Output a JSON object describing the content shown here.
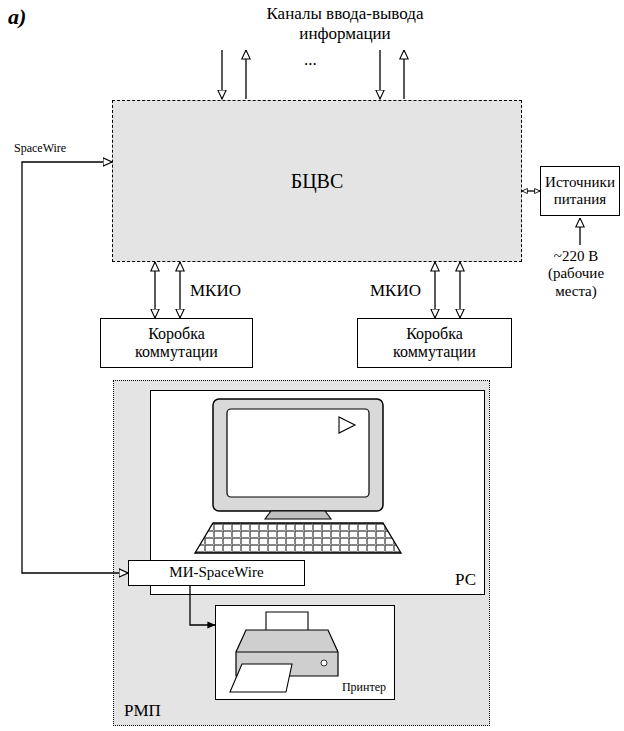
{
  "diagram": {
    "nodes": [
      {
        "text": [
          "БЦВС"
        ]
      },
      {
        "text": [
          "Источники питания"
        ]
      },
      {
        "text": [
          "Коробка коммутации"
        ]
      },
      {
        "text": [
          "Коробка коммутации"
        ]
      },
      {
        "text": [
          "РМП"
        ]
      },
      {
        "text": [
          "РС"
        ],
        "in": 4
      },
      {
        "text": [
          "МИ-SpaceWire"
        ],
        "in": 5
      },
      {
        "text": [
          "Принтер"
        ],
        "in": 4
      }
    ],
    "edges": [
      {
        "from": 0,
        "to": 6,
        "arrow": "both",
        "label": "SpaceWire"
      },
      {
        "from": 0,
        "to": 1,
        "arrow": "both"
      },
      {
        "from": 0,
        "to": 2,
        "arrow": "both"
      },
      {
        "from": 0,
        "to": 2,
        "arrow": "both",
        "label": "МКИО"
      },
      {
        "from": 0,
        "to": 3,
        "arrow": "both",
        "label": "МКИО"
      },
      {
        "from": 0,
        "to": 3,
        "arrow": "both"
      },
      {
        "from": 6,
        "to": 7,
        "arrow": "to"
      }
    ],
    "labels": [
      "а)",
      "Каналы ввода-вывода информации",
      "...",
      "~220 В (рабочие места)"
    ]
  }
}
